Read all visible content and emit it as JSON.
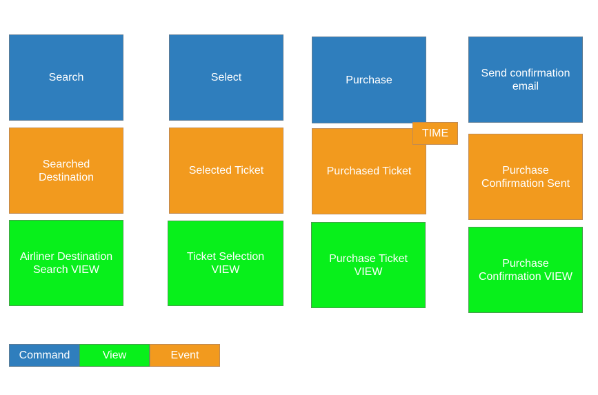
{
  "columns": [
    {
      "command": "Search",
      "event": "Searched Destination",
      "view": "Airliner Destination\nSearch VIEW"
    },
    {
      "command": "Select",
      "event": "Selected Ticket",
      "view": "Ticket Selection VIEW"
    },
    {
      "command": "Purchase",
      "event": "Purchased Ticket",
      "view": "Purchase Ticket\nVIEW"
    },
    {
      "command": "Send confirmation\nemail",
      "event": "Purchase\nConfirmation Sent",
      "view": "Purchase\nConfirmation VIEW"
    }
  ],
  "time_label": "TIME",
  "legend": {
    "command": "Command",
    "view": "View",
    "event": "Event"
  },
  "colors": {
    "command": "#2f7ebd",
    "event": "#f29a1e",
    "view": "#08f01b"
  }
}
